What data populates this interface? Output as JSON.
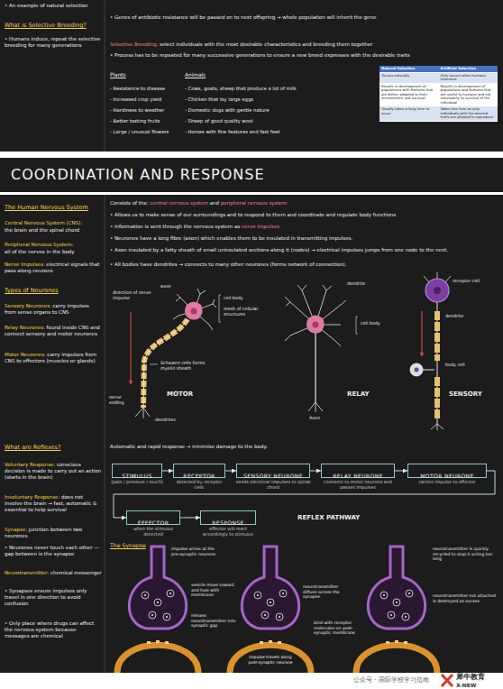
{
  "diagram": {
    "title": "COORDINATION AND RESPONSE",
    "nodes": [
      {
        "text": [
          "STIMULUS",
          "(pain / pressure / touch)"
        ]
      },
      {
        "text": [
          "RECEPTOR",
          "detected by receptor cells"
        ]
      },
      {
        "text": [
          "SENSORY NEURONE",
          "sends electrical impulses to spinal chord"
        ]
      },
      {
        "text": [
          "RELAY NEURONE",
          "connects to motor neurone and passes impulses"
        ]
      },
      {
        "text": [
          "MOTOR NEURONE",
          "carries impulse to effector"
        ]
      },
      {
        "text": [
          "EFFECTOR",
          "when the stimulus detected"
        ]
      },
      {
        "text": [
          "RESPONSE",
          "effector will react accordingly to stimulus"
        ]
      }
    ],
    "edges": [
      {
        "from": 0,
        "to": 1,
        "arrow": "to"
      },
      {
        "from": 1,
        "to": 2,
        "arrow": "to"
      },
      {
        "from": 2,
        "to": 3,
        "arrow": "to"
      },
      {
        "from": 3,
        "to": 4,
        "arrow": "to"
      },
      {
        "from": 4,
        "to": 5,
        "arrow": "to"
      },
      {
        "from": 5,
        "to": 6,
        "arrow": "to"
      }
    ],
    "labels": [
      "• An example of natural selection",
      "What is Selective Breeding?",
      "• Humans induce, repeat the selective breeding for many generations",
      "• Genes of antibiotic resistance will be passed on to next offspring → whole population will inherit the gene",
      "Selective Breeding:",
      "select individuals with the most desirable characteristics and breeding them together",
      "• Process has to be repeated for many successive generations to ensure a new breed expresses with the desirable traits",
      "Plants",
      "Animals",
      "- Resistance to disease",
      "- Increased crop yield",
      "- Hardiness to weather",
      "- Better tasting fruits",
      "- Large / unusual flowers",
      "- Cows, goats, sheep that produce a lot of milk",
      "- Chicken that lay large eggs",
      "- Domestic dogs with gentle nature",
      "- Sheep of good quality wool",
      "- Horses with fine features and fast feet",
      "Natural Selection",
      "Artificial Selection",
      "Occurs naturally",
      "Only occurs when humans intervene",
      "Results in development of populations with features that are better adapted to their environment and survival",
      "Results in development of populations and features that are useful to humans and not necessarily to survival of the individual",
      "Usually takes a long time to occur",
      "Takes less time as only individuals with the desired traits are allowed to reproduce",
      "The Human Nervous System",
      "Central Nervous System (CNS):",
      "the brain and the spinal chord",
      "Peripheral Nervous System:",
      "all of the nerves in the body",
      "Nerve Impulses:",
      "electrical signals that pass along neurons",
      "Types of Neurones",
      "Sensory Neurones:",
      "carry impulses from sense organs to CNS",
      "Relay Neurones:",
      "found inside CNS and connect sensory and motor neurones",
      "Motor Neurones:",
      "carry impulses from CNS to effectors (muscles or glands)",
      "What are Reflexes?",
      "Voluntary Response:",
      "conscious decision is made to carry out an action (starts in the brain)",
      "Involuntary Response:",
      "does not involve the brain → fast, automatic & essential to help survival",
      "Synapse:",
      "junction between two neurones",
      "• Neurones never touch each other — gap between is the synapse",
      "Neurotransmitter:",
      "chemical messenger",
      "• Synapses ensure impulses only travel in one direction to avoid confusion",
      "• Only place where drugs can affect the nervous system because messages are chemical",
      "Consists of the:",
      "central nervous system",
      "and",
      "peripheral nervous system",
      "• Allows us to make sense of our surroundings and to respond to them and coordinate and regulate body functions",
      "• Information is sent through the nervous system as",
      "nerve impulses",
      "• Neurones have a long fibre (axon) which enables them to be insulated in transmitting impulses.",
      "• Axon insulated by a fatty sheath of small uninsulated sections along it (nodes) → electrical impulses jumps from one node to the next.",
      "• All bodies have dendrites → connects to many other neurones (forms network of connection).",
      "direction of nerve impulse",
      "axon",
      "cell body",
      "mesh of cellular structures",
      "Schwann cells forms myelin sheath",
      "nerve ending",
      "dendrites",
      "MOTOR",
      "dendrite",
      "cell body",
      "Axon",
      "RELAY",
      "dendrite",
      "receptor cell",
      "body cell",
      "SENSORY",
      "Automatic and rapid response → minimise damage to the body.",
      "REFLEX PATHWAY",
      "The Synapse",
      "impulse arrive at the pre-synaptic neurone",
      "vesicle move toward and fuse with membrane",
      "release neurotransmitter into synaptic gap",
      "neurotransmitter diffuse across the synapse",
      "bind with receptor molecules on post-synaptic membrane",
      "impulse travels along post-synaptic neurone",
      "neurotransmitter is quickly recycled to stop it acting too long",
      "neurotransmitter not attached is destroyed as excess",
      "公众号 · 国际学校学习指南",
      "犀牛教育",
      "X-NEW"
    ]
  }
}
